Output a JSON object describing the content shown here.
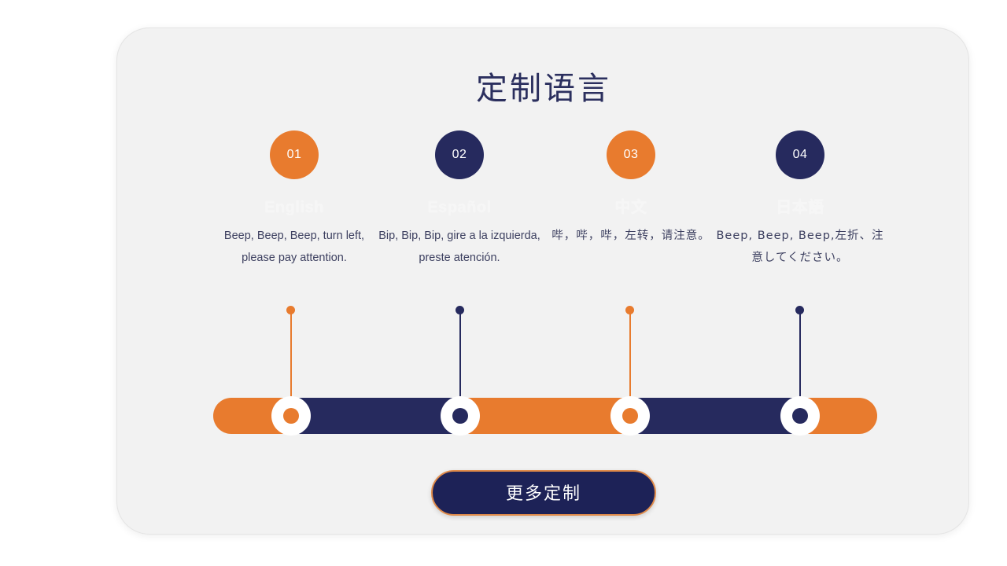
{
  "page": {
    "title": "定制语言",
    "background_color": "#ffffff",
    "card_color": "#f2f2f2"
  },
  "theme": {
    "orange": "#e87b2e",
    "navy": "#262a5e",
    "text": "#3d4060",
    "heading_faint": "#f6f6f6"
  },
  "steps": [
    {
      "number": "01",
      "color": "orange",
      "language": "English",
      "phrase": "Beep, Beep, Beep, turn left, please pay attention."
    },
    {
      "number": "02",
      "color": "navy",
      "language": "Español",
      "phrase": "Bip, Bip, Bip, gire a la izquierda, preste atención."
    },
    {
      "number": "03",
      "color": "orange",
      "language": "中文",
      "phrase": "哔，哔，哔，左转，请注意。"
    },
    {
      "number": "04",
      "color": "navy",
      "language": "日本語",
      "phrase": "Beep, Beep, Beep,左折、注意してください。"
    }
  ],
  "timeline": {
    "segments": [
      "orange",
      "navy",
      "orange",
      "navy",
      "orange"
    ],
    "node_colors": [
      "orange",
      "navy",
      "orange",
      "navy"
    ]
  },
  "cta": {
    "label": "更多定制"
  }
}
